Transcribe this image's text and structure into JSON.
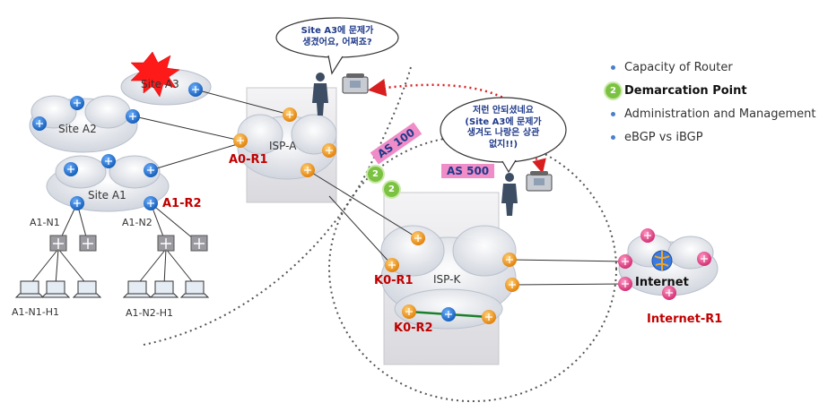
{
  "sites": {
    "a3": "Site A3",
    "a2": "Site A2",
    "a1": "Site A1"
  },
  "nodes": {
    "a1n1": "A1-N1",
    "a1n2": "A1-N2",
    "a1n1h1": "A1-N1-H1",
    "a1n2h1": "A1-N2-H1"
  },
  "routers": {
    "a0r1": "A0-R1",
    "a1r2": "A1-R2",
    "k0r1": "K0-R1",
    "k0r2": "K0-R2",
    "internet_r1": "Internet-R1"
  },
  "clouds": {
    "isp_a": "ISP-A",
    "isp_k": "ISP-K",
    "internet": "Internet"
  },
  "as_tags": {
    "as100": "AS 100",
    "as500": "AS 500"
  },
  "badges": {
    "left": "2",
    "right": "2"
  },
  "bubbles": {
    "top": [
      "Site A3에 문제가",
      "생겼어요, 어쩌죠?"
    ],
    "right": [
      "저런 안되셨네요",
      "(Site A3에 문제가",
      "생겨도 나랑은 상관",
      "없지!!)"
    ]
  },
  "bullets": [
    {
      "text": "Capacity of Router",
      "highlight": false
    },
    {
      "text": "Demarcation Point",
      "highlight": true,
      "number": "2"
    },
    {
      "text": "Administration and Management",
      "highlight": false
    },
    {
      "text": "eBGP vs iBGP",
      "highlight": false
    }
  ],
  "colors": {
    "router_blue": "#1a6fcf",
    "router_orange": "#f29a1e",
    "router_pink": "#e8408a",
    "label_red": "#c00000",
    "as_tag": "#f08cc8",
    "badge_green": "#7cc242",
    "bullet_dot": "#4a7fc9",
    "dashed_arrow": "#d81e1e",
    "k0_link": "#1b7f2a"
  },
  "icons": [
    "router-icon",
    "switch-icon",
    "laptop-icon",
    "person-icon",
    "telephone-icon",
    "globe-icon",
    "explosion-icon"
  ]
}
